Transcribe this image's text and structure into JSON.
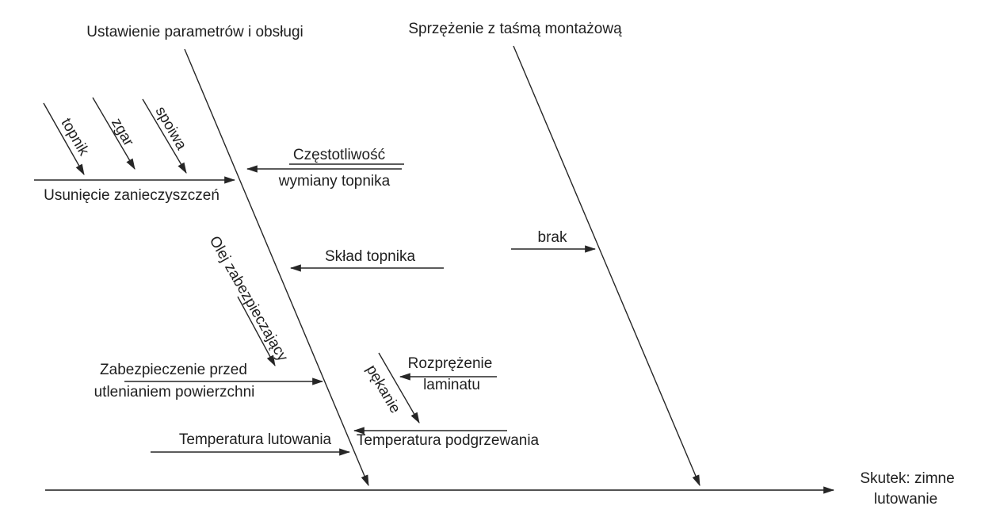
{
  "diagram": {
    "type": "fishbone-ishikawa",
    "labels": {
      "branch1_title": "Ustawienie parametrów i obsługi",
      "branch2_title": "Sprzężenie z taśmą montażową",
      "topnik": "topnik",
      "zgar": "zgar",
      "spoiwa": "spoiwa",
      "usuniecie": "Usunięcie zanieczyszczeń",
      "czestotliwosc_line1": "Częstotliwość",
      "czestotliwosc_line2": "wymiany topnika",
      "sklad": "Skład topnika",
      "olej": "Olej zabezpieczający",
      "zabezpieczenie_line1": "Zabezpieczenie przed",
      "zabezpieczenie_line2": "utlenianiem powierzchni",
      "rozprezenie_line1": "Rozprężenie",
      "rozprezenie_line2": "laminatu",
      "pekanie": "pękanie",
      "temperatura_lutowania": "Temperatura lutowania",
      "temperatura_podgrzewania": "Temperatura podgrzewania",
      "brak": "brak",
      "effect_line1": "Skutek: zimne",
      "effect_line2": "lutowanie"
    },
    "colors": {
      "line": "#262626",
      "text": "#1f1f1f",
      "background": "#ffffff"
    }
  }
}
